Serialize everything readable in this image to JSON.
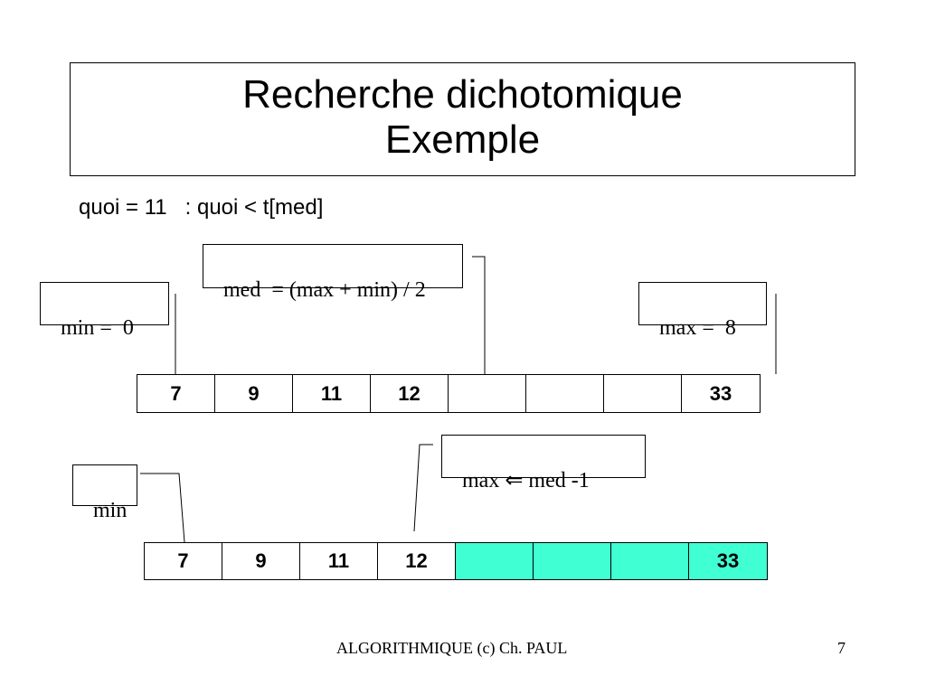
{
  "title": {
    "line1": "Recherche dichotomique",
    "line2": "Exemple"
  },
  "condition": "quoi = 11   : quoi < t[med]",
  "labels": {
    "med_formula": "med  = (max + min) / 2",
    "min_value": "min =  0",
    "max_value": "max =  8",
    "max_update": "max ⇐ med -1",
    "min_only": "min"
  },
  "arrays": [
    {
      "cells": [
        "7",
        "9",
        "11",
        "12",
        "",
        "",
        "",
        "33"
      ],
      "highlighted": [
        false,
        false,
        false,
        false,
        false,
        false,
        false,
        false
      ]
    },
    {
      "cells": [
        "7",
        "9",
        "11",
        "12",
        "",
        "",
        "",
        "33"
      ],
      "highlighted": [
        false,
        false,
        false,
        false,
        true,
        true,
        true,
        true
      ]
    }
  ],
  "colors": {
    "highlight": "#40ffd2",
    "line": "#000000"
  },
  "footer": {
    "text": "ALGORITHMIQUE (c) Ch. PAUL",
    "page": "7"
  }
}
